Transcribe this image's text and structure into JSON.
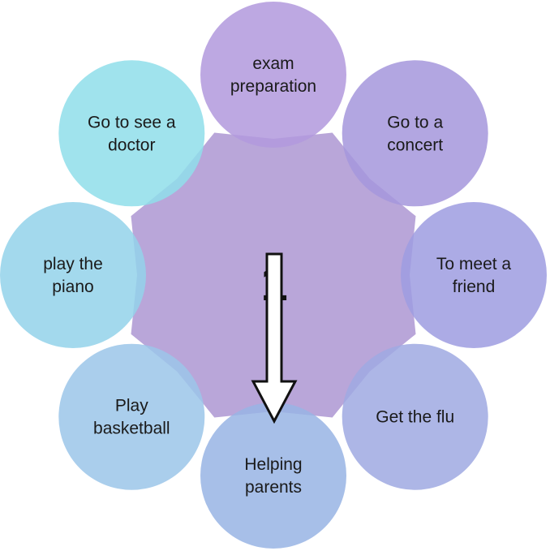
{
  "diagram": {
    "center_label": "1",
    "colors": {
      "center_fill": "#b9a6d9",
      "arrow_fill": "#ffffff",
      "arrow_stroke": "#111111",
      "text": "#1a1a1a"
    },
    "nodes": [
      {
        "lines": [
          "exam",
          "preparation"
        ],
        "color": "#b199dd"
      },
      {
        "lines": [
          "Go to a",
          "concert"
        ],
        "color": "#a597dc"
      },
      {
        "lines": [
          "To meet a",
          "friend"
        ],
        "color": "#9d9ce0"
      },
      {
        "lines": [
          "Get the flu"
        ],
        "color": "#9fa9e2"
      },
      {
        "lines": [
          "Helping",
          "parents"
        ],
        "color": "#98b4e4"
      },
      {
        "lines": [
          "Play",
          "basketball"
        ],
        "color": "#9bc6e9"
      },
      {
        "lines": [
          "play the",
          "piano"
        ],
        "color": "#93d2ea"
      },
      {
        "lines": [
          "Go to see a",
          "doctor"
        ],
        "color": "#8fdeea"
      }
    ]
  }
}
